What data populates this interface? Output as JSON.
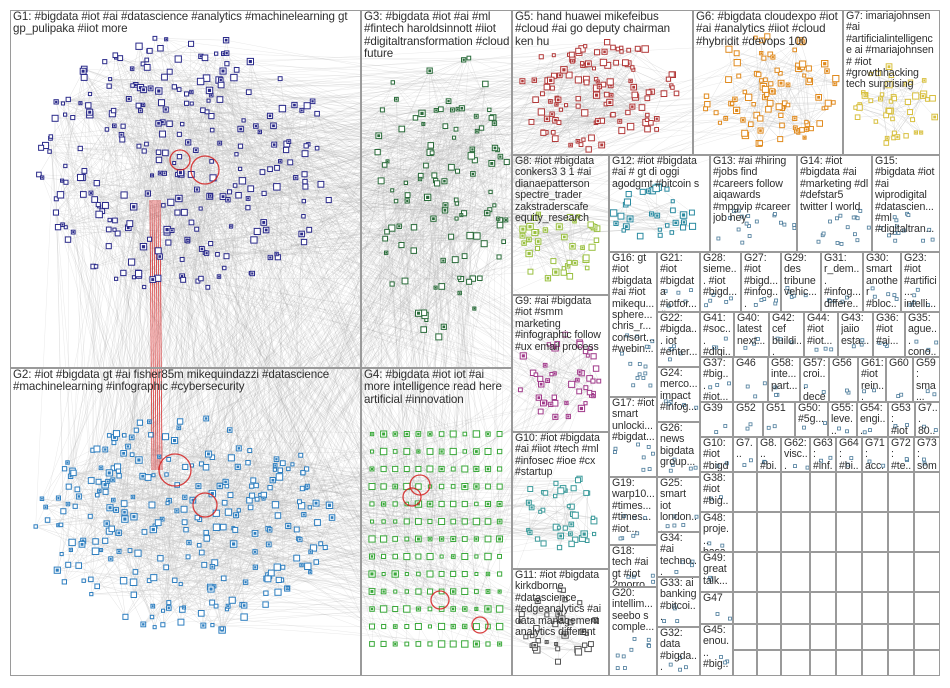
{
  "graph": {
    "edge_colors": [
      "#9a9a9a",
      "#c8c8c8",
      "#d42020"
    ],
    "groups": [
      {
        "id": "G1",
        "label": "G1: #bigdata #iot #ai #datascience #analytics #machinelearning gt gp_pulipaka #iiot more",
        "color": "#2b2b8a"
      },
      {
        "id": "G2",
        "label": "G2: #iot #bigdata gt #ai fisher85m mikequindazzi #datascience #machinelearning #infographic #cybersecurity",
        "color": "#2f7fc0"
      },
      {
        "id": "G3",
        "label": "G3: #bigdata #iot #ai #ml #fintech haroldsinnott #iiot #digitaltransformation #cloud future",
        "color": "#2a6b3a"
      },
      {
        "id": "G4",
        "label": "G4: #bigdata #iot iot #ai more intelligence read here artificial #innovation",
        "color": "#3aa83a"
      },
      {
        "id": "G5",
        "label": "G5: hand huawei mikefeibus #cloud #ai go deputy chairman ken hu",
        "color": "#b23a3a"
      },
      {
        "id": "G6",
        "label": "G6: #bigdata cloudexpo #iot #ai #analytics #iiot #cloud #hybridit #devops 100",
        "color": "#e08a1e"
      },
      {
        "id": "G7",
        "label": "G7: imariajohnsen #ai #artificialintelligence ai #mariajohnsen # #iot #growthhacking tech surprising",
        "color": "#d8c040"
      },
      {
        "id": "G8",
        "label": "G8: #iot #bigdata conkers3 3 1 #ai dianaepatterson spectre_trader zakstraderscafe equity_research",
        "color": "#9ac040"
      },
      {
        "id": "G9",
        "label": "G9: #ai #bigdata #iot #smm marketing #infographic follow #ux email process",
        "color": "#a03a8a"
      },
      {
        "id": "G10",
        "label": "G10: #iot #bigdata #ai #iiot #tech #ml #infosec #ioe #cx #startup",
        "color": "#3a9a9a"
      },
      {
        "id": "G11",
        "label": "G11: #iot #bigdata kirkdborne #datascience #edgeanalytics #ai data management analytics different",
        "color": "#555555"
      },
      {
        "id": "G12",
        "label": "G12: #iot #bigdata #ai # gt di oggi agodgmt #bitcoin s",
        "color": "#2a8aa0"
      },
      {
        "id": "G13",
        "label": "G13: #ai #hiring #jobs find #careers follow aiqawards #mpgvip #career job hey",
        "color": "#666666"
      },
      {
        "id": "G14",
        "label": "G14: #iot #bigdata #ai #marketing #dl #defstar5 twitter l world",
        "color": "#666666"
      },
      {
        "id": "G15",
        "label": "G15: #bigdata #iot #ai wiprodigital #datascien... #ml #digitaltran...",
        "color": "#666666"
      },
      {
        "id": "G16",
        "label": "G16: gt #iot #bigdata #ai #iot mikequ... sphere... chris_r... consort... #webin...",
        "color": "#666666"
      },
      {
        "id": "G21",
        "label": "G21: #iot #bigdata #iotfor... #enter...",
        "color": "#666666"
      },
      {
        "id": "G28",
        "label": "G28: sieme... #iot #bigd...",
        "color": "#666666"
      },
      {
        "id": "G27",
        "label": "G27: #iot #bigd... #infog...",
        "color": "#666666"
      },
      {
        "id": "G29",
        "label": "G29: des tribune vehic...",
        "color": "#666666"
      },
      {
        "id": "G31",
        "label": "G31: r_dem... #infog... differe...",
        "color": "#666666"
      },
      {
        "id": "G30",
        "label": "G30: smart another #bloc...",
        "color": "#666666"
      },
      {
        "id": "G23",
        "label": "G23: #iot #artifici... intelli...",
        "color": "#666666"
      },
      {
        "id": "G22",
        "label": "G22: #bigda... iot #enter...",
        "color": "#666666"
      },
      {
        "id": "G41",
        "label": "G41: #soc... #digi...",
        "color": "#666666"
      },
      {
        "id": "G40",
        "label": "G40: latest next...",
        "color": "#666666"
      },
      {
        "id": "G42",
        "label": "G42: cef buildi...",
        "color": "#666666"
      },
      {
        "id": "G44",
        "label": "G44: #iot #iot...",
        "color": "#666666"
      },
      {
        "id": "G43",
        "label": "G43: jaiio esta...",
        "color": "#666666"
      },
      {
        "id": "G36",
        "label": "G36: #iot #ai...",
        "color": "#666666"
      },
      {
        "id": "G35",
        "label": "G35: ague... cono...",
        "color": "#666666"
      },
      {
        "id": "G24",
        "label": "G24: merco... impact #infog...",
        "color": "#666666"
      },
      {
        "id": "G37",
        "label": "G37: #big... #iot...",
        "color": "#666666"
      },
      {
        "id": "G46",
        "label": "G46",
        "color": "#666666"
      },
      {
        "id": "G58",
        "label": "G58: inte... part...",
        "color": "#666666"
      },
      {
        "id": "G57",
        "label": "G57: croi... dece...",
        "color": "#666666"
      },
      {
        "id": "G56",
        "label": "G56",
        "color": "#666666"
      },
      {
        "id": "G61",
        "label": "G61: #iot rein...",
        "color": "#666666"
      },
      {
        "id": "G60",
        "label": "G60",
        "color": "#666666"
      },
      {
        "id": "G59",
        "label": "G59: sma... tam...",
        "color": "#666666"
      },
      {
        "id": "G26",
        "label": "G26: news bigdata group...",
        "color": "#666666"
      },
      {
        "id": "G39",
        "label": "G39",
        "color": "#666666"
      },
      {
        "id": "G52",
        "label": "G52",
        "color": "#666666"
      },
      {
        "id": "G51",
        "label": "G51",
        "color": "#666666"
      },
      {
        "id": "G50",
        "label": "G50: #5g...",
        "color": "#666666"
      },
      {
        "id": "G55",
        "label": "G55: leve...",
        "color": "#666666"
      },
      {
        "id": "G54",
        "label": "G54: engi...",
        "color": "#666666"
      },
      {
        "id": "G53",
        "label": "G53: #iot",
        "color": "#666666"
      },
      {
        "id": "G7x",
        "label": "G7... 80...",
        "color": "#666666"
      },
      {
        "id": "G17",
        "label": "G17: #iot smart unlocki... #bigdat...",
        "color": "#666666"
      },
      {
        "id": "G7a",
        "label": "G7...",
        "color": "#666666"
      },
      {
        "id": "G8a",
        "label": "G8... #bi...",
        "color": "#666666"
      },
      {
        "id": "G62",
        "label": "G62: visc...",
        "color": "#666666"
      },
      {
        "id": "G63",
        "label": "G63: #inf...",
        "color": "#666666"
      },
      {
        "id": "G64",
        "label": "G64: #bi...",
        "color": "#666666"
      },
      {
        "id": "G71",
        "label": "G71: acc...",
        "color": "#666666"
      },
      {
        "id": "G72",
        "label": "G72: #te...",
        "color": "#666666"
      },
      {
        "id": "G73",
        "label": "G73: som...",
        "color": "#666666"
      },
      {
        "id": "G10x",
        "label": "G10: #iot #bigdata",
        "color": "#666666"
      },
      {
        "id": "G38",
        "label": "G38: #iot #big...",
        "color": "#666666"
      },
      {
        "id": "G25",
        "label": "G25: smart iot london...",
        "color": "#666666"
      },
      {
        "id": "G19",
        "label": "G19: warp10... #times... #times... #iot...",
        "color": "#666666"
      },
      {
        "id": "G48",
        "label": "G48: proje... basa...",
        "color": "#666666"
      },
      {
        "id": "G34",
        "label": "G34: #ai techno...",
        "color": "#666666"
      },
      {
        "id": "G18",
        "label": "G18: tech #ai gt #iot 2morro... big...",
        "color": "#666666"
      },
      {
        "id": "G49",
        "label": "G49: great talk...",
        "color": "#666666"
      },
      {
        "id": "G33",
        "label": "G33: ai banking #bitcoi...",
        "color": "#666666"
      },
      {
        "id": "G20",
        "label": "G20: intellim... seebo s comple...",
        "color": "#666666"
      },
      {
        "id": "G47",
        "label": "G47",
        "color": "#666666"
      },
      {
        "id": "G32",
        "label": "G32: data #bigda...",
        "color": "#666666"
      },
      {
        "id": "G45",
        "label": "G45: enou... #big...",
        "color": "#666666"
      }
    ]
  }
}
